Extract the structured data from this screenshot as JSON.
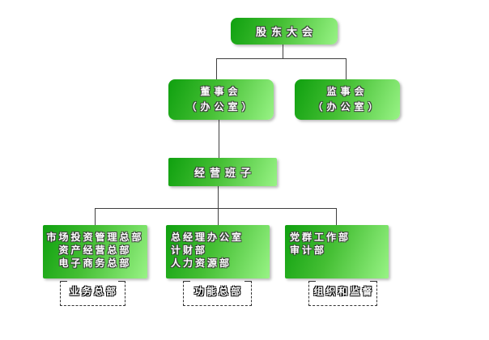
{
  "org_chart": {
    "nodes": {
      "shareholders_meeting": {
        "label": "股东大会"
      },
      "board_of_directors": {
        "lines": [
          "董事会",
          "（办公室）"
        ]
      },
      "supervisory_board": {
        "lines": [
          "监事会",
          "（办公室）"
        ]
      },
      "management_team": {
        "label": "经营班子"
      },
      "business_headquarters": {
        "lines": [
          "市场投资管理总部",
          "资产经营总部",
          "电子商务总部"
        ]
      },
      "functional_departments": {
        "lines": [
          "总经理办公室",
          "计财部",
          "人力资源部"
        ]
      },
      "party_and_audit_departments": {
        "lines": [
          "党群工作部",
          "审计部"
        ]
      },
      "group_business": {
        "label": "业务总部"
      },
      "group_function": {
        "label": "功能总部"
      },
      "group_supervision": {
        "label": "组织和监督"
      }
    },
    "colors": {
      "box_gradient_dark": "#0fa00f",
      "box_gradient_light": "#98f385",
      "box_text": "#ffffff",
      "connector_line": "#3f3f3f",
      "dashed_border": "#333333",
      "background": "#ffffff"
    }
  }
}
